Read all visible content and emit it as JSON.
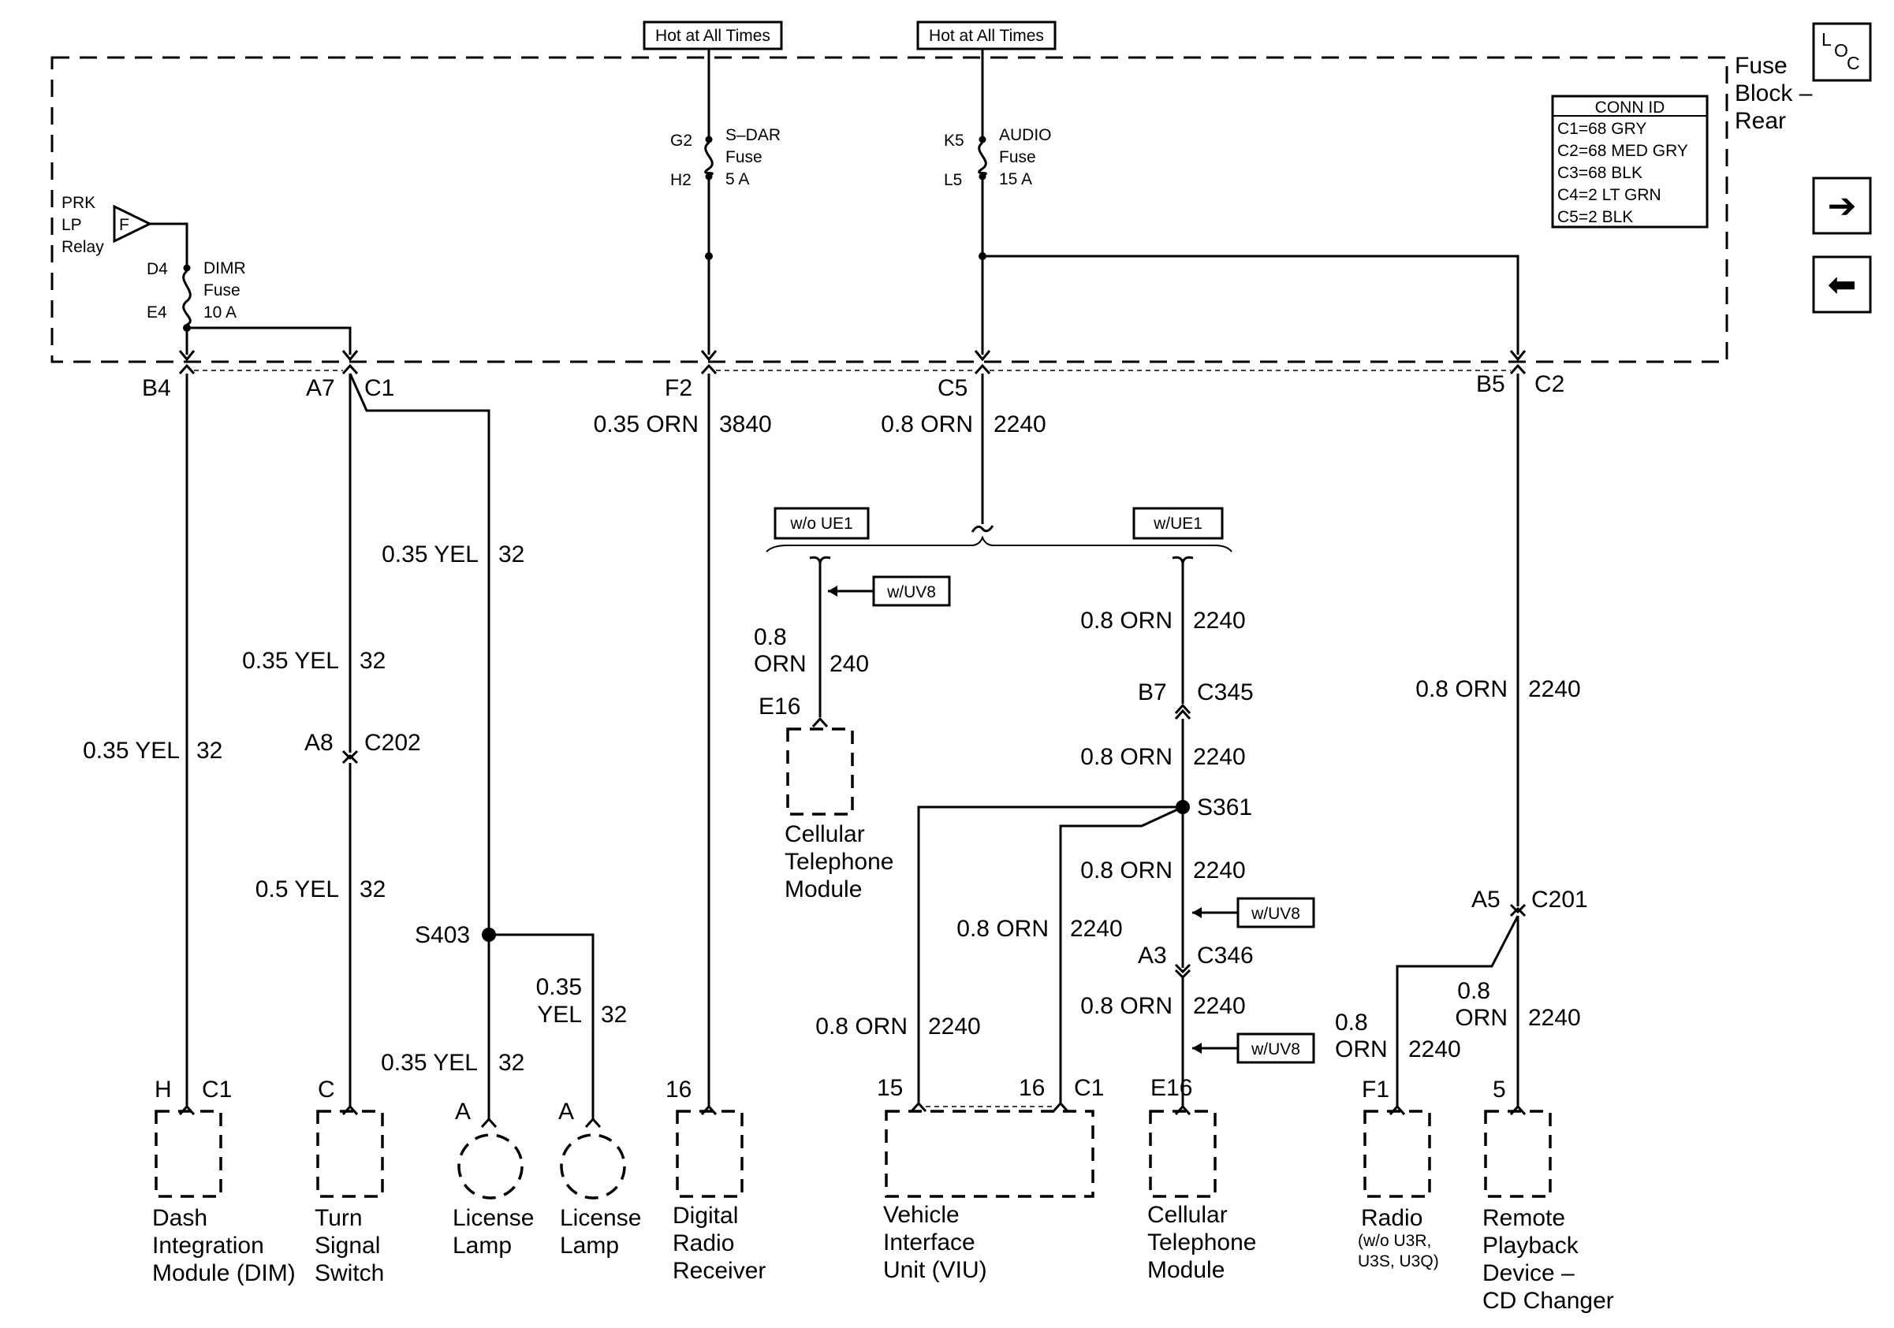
{
  "fuse_block": {
    "name_line1": "Fuse",
    "name_line2": "Block –",
    "name_line3": "Rear",
    "hot_label_1": "Hot at All Times",
    "hot_label_2": "Hot at All Times",
    "conn_id": {
      "title": "CONN ID",
      "rows": [
        "C1=68 GRY",
        "C2=68 MED GRY",
        "C3=68 BLK",
        "C4=2 LT GRN",
        "C5=2 BLK"
      ]
    },
    "relay": {
      "l1": "PRK",
      "l2": "LP",
      "l3": "Relay",
      "pin": "F"
    },
    "fuses": [
      {
        "top_pin": "D4",
        "bottom_pin": "E4",
        "name": "DIMR",
        "word": "Fuse",
        "rating": "10 A"
      },
      {
        "top_pin": "G2",
        "bottom_pin": "H2",
        "name": "S–DAR",
        "word": "Fuse",
        "rating": "5 A"
      },
      {
        "top_pin": "K5",
        "bottom_pin": "L5",
        "name": "AUDIO",
        "word": "Fuse",
        "rating": "15 A"
      }
    ]
  },
  "nav": {
    "loc_l": "L",
    "loc_o": "O",
    "loc_c": "C",
    "next_icon": "➔",
    "prev_icon": "⬅"
  },
  "pins": {
    "b4": "B4",
    "a7": "A7",
    "c1": "C1",
    "f2": "F2",
    "c5": "C5",
    "b5": "B5",
    "c2": "C2",
    "a8": "A8",
    "c202": "C202",
    "s403": "S403",
    "b7": "B7",
    "c345": "C345",
    "s361": "S361",
    "a3": "A3",
    "c346": "C346",
    "a5": "A5",
    "c201": "C201",
    "e16_top": "E16"
  },
  "options": {
    "wo_ue1": "w/o UE1",
    "w_ue1": "w/UE1",
    "w_uv8_a": "w/UV8",
    "w_uv8_b": "w/UV8",
    "w_uv8_c": "w/UV8"
  },
  "wires": {
    "w1": {
      "size": "0.35 YEL",
      "circuit": "32"
    },
    "w2": {
      "size": "0.35 YEL",
      "circuit": "32"
    },
    "w3": {
      "size": "0.5 YEL",
      "circuit": "32"
    },
    "w4": {
      "size": "0.35 YEL",
      "circuit": "32"
    },
    "w5": {
      "size": "0.35 YEL",
      "circuit": "32"
    },
    "w6": {
      "size_l1": "0.35",
      "size_l2": "YEL",
      "circuit": "32"
    },
    "w7": {
      "size": "0.35 ORN",
      "circuit": "3840"
    },
    "w8": {
      "size": "0.8 ORN",
      "circuit": "2240"
    },
    "w9": {
      "size_l1": "0.8",
      "size_l2": "ORN",
      "circuit": "240"
    },
    "w10": {
      "size": "0.8 ORN",
      "circuit": "2240"
    },
    "w11": {
      "size": "0.8 ORN",
      "circuit": "2240"
    },
    "w12": {
      "size": "0.8 ORN",
      "circuit": "2240"
    },
    "w13": {
      "size": "0.8 ORN",
      "circuit": "2240"
    },
    "w14": {
      "size": "0.8 ORN",
      "circuit": "2240"
    },
    "w15": {
      "size": "0.8 ORN",
      "circuit": "2240"
    },
    "w16": {
      "size": "0.8 ORN",
      "circuit": "2240"
    },
    "w17": {
      "size_l1": "0.8",
      "size_l2": "ORN",
      "circuit": "2240"
    },
    "w18": {
      "size_l1": "0.8",
      "size_l2": "ORN",
      "circuit": "2240"
    }
  },
  "components": {
    "dim": {
      "pin": "H",
      "conn": "C1",
      "l1": "Dash",
      "l2": "Integration",
      "l3": "Module (DIM)"
    },
    "turn": {
      "pin": "C",
      "l1": "Turn",
      "l2": "Signal",
      "l3": "Switch"
    },
    "lamp1": {
      "pin": "A",
      "l1": "License",
      "l2": "Lamp"
    },
    "lamp2": {
      "pin": "A",
      "l1": "License",
      "l2": "Lamp"
    },
    "radio_rx": {
      "pin": "16",
      "l1": "Digital",
      "l2": "Radio",
      "l3": "Receiver"
    },
    "cell1": {
      "pin": "E16",
      "l1": "Cellular",
      "l2": "Telephone",
      "l3": "Module"
    },
    "viu": {
      "pin_a": "15",
      "pin_b": "16",
      "conn": "C1",
      "l1": "Vehicle",
      "l2": "Interface",
      "l3": "Unit (VIU)"
    },
    "cell2": {
      "pin": "E16",
      "l1": "Cellular",
      "l2": "Telephone",
      "l3": "Module"
    },
    "radio": {
      "pin": "F1",
      "l1": "Radio",
      "l2": "(w/o U3R,",
      "l3": "U3S, U3Q)"
    },
    "cd": {
      "pin": "5",
      "l1": "Remote",
      "l2": "Playback",
      "l3": "Device –",
      "l4": "CD Changer"
    }
  }
}
